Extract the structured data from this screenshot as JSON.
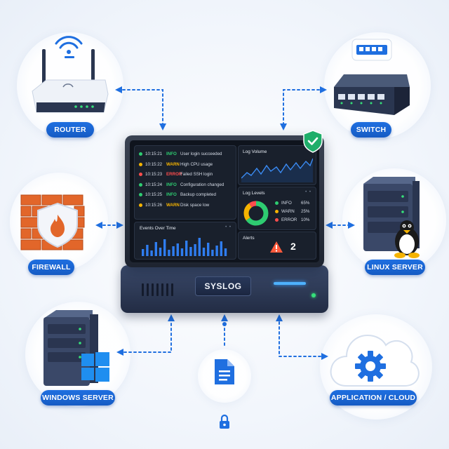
{
  "central": {
    "label": "SYSLOG",
    "logs": [
      {
        "time": "10:15:21",
        "level": "INFO",
        "message": "User login succeeded",
        "color": "#2ecc71"
      },
      {
        "time": "10:15:22",
        "level": "WARN",
        "message": "High CPU usage",
        "color": "#f5b301"
      },
      {
        "time": "10:15:23",
        "level": "ERROR",
        "message": "Failed SSH login",
        "color": "#ff4d4d"
      },
      {
        "time": "10:15:24",
        "level": "INFO",
        "message": "Configuration changed",
        "color": "#2ecc71"
      },
      {
        "time": "10:15:25",
        "level": "INFO",
        "message": "Backup completed",
        "color": "#2ecc71"
      },
      {
        "time": "10:15:26",
        "level": "WARN",
        "message": "Disk space low",
        "color": "#f5b301"
      }
    ],
    "log_volume": {
      "title": "Log Volume",
      "dots": "• •"
    },
    "log_levels": {
      "title": "Log Levels",
      "dots": "• •",
      "items": [
        {
          "label": "INFO",
          "value": "65%",
          "fraction": 0.65,
          "color": "#2ecc71"
        },
        {
          "label": "WARN",
          "value": "25%",
          "fraction": 0.25,
          "color": "#f5b301"
        },
        {
          "label": "ERROR",
          "value": "10%",
          "fraction": 0.1,
          "color": "#ff4d4d"
        }
      ]
    },
    "events": {
      "title": "Events Over Time",
      "dots": "• •"
    },
    "alerts": {
      "title": "Alerts",
      "count": "2"
    }
  },
  "nodes": {
    "router": {
      "label": "ROUTER"
    },
    "switch": {
      "label": "SWITCH"
    },
    "firewall": {
      "label": "FIREWALL"
    },
    "linux": {
      "label": "LINUX SERVER"
    },
    "windows": {
      "label": "WINDOWS SERVER"
    },
    "cloud": {
      "label": "APPLICATION / CLOUD"
    }
  },
  "colors": {
    "accent": "#1f6fe0",
    "connector": "#1f6fe0",
    "badge": "#1fae6a"
  }
}
